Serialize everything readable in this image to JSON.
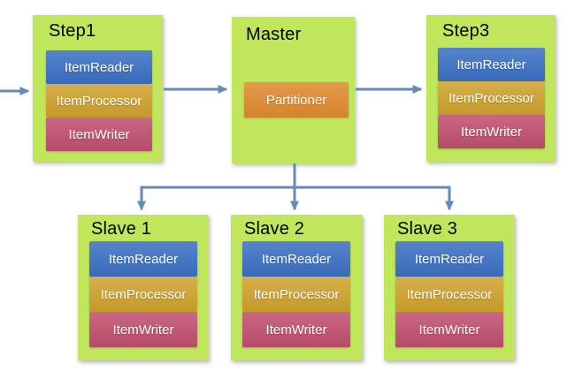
{
  "colors": {
    "canvas": "#ffffff",
    "group_fill": "#c0e65c",
    "reader_fill": "#3b70c4",
    "processor_fill": "#cfa22d",
    "writer_fill": "#c04f6e",
    "partitioner_fill": "#e08a2e",
    "connector": "#6589b8",
    "title_text": "#000000",
    "component_text": "#ffffff"
  },
  "diagram": {
    "nodes": [
      {
        "id": "step1",
        "title": "Step1",
        "components": [
          "ItemReader",
          "ItemProcessor",
          "ItemWriter"
        ]
      },
      {
        "id": "master",
        "title": "Master",
        "components": [
          "Partitioner"
        ]
      },
      {
        "id": "step3",
        "title": "Step3",
        "components": [
          "ItemReader",
          "ItemProcessor",
          "ItemWriter"
        ]
      },
      {
        "id": "slave1",
        "title": "Slave 1",
        "components": [
          "ItemReader",
          "ItemProcessor",
          "ItemWriter"
        ]
      },
      {
        "id": "slave2",
        "title": "Slave 2",
        "components": [
          "ItemReader",
          "ItemProcessor",
          "ItemWriter"
        ]
      },
      {
        "id": "slave3",
        "title": "Slave 3",
        "components": [
          "ItemReader",
          "ItemProcessor",
          "ItemWriter"
        ]
      }
    ],
    "connections": [
      {
        "from": "flow-in",
        "to": "step1"
      },
      {
        "from": "step1",
        "to": "master"
      },
      {
        "from": "master",
        "to": "step3"
      },
      {
        "from": "master",
        "to": "slave1"
      },
      {
        "from": "master",
        "to": "slave2"
      },
      {
        "from": "master",
        "to": "slave3"
      }
    ]
  }
}
